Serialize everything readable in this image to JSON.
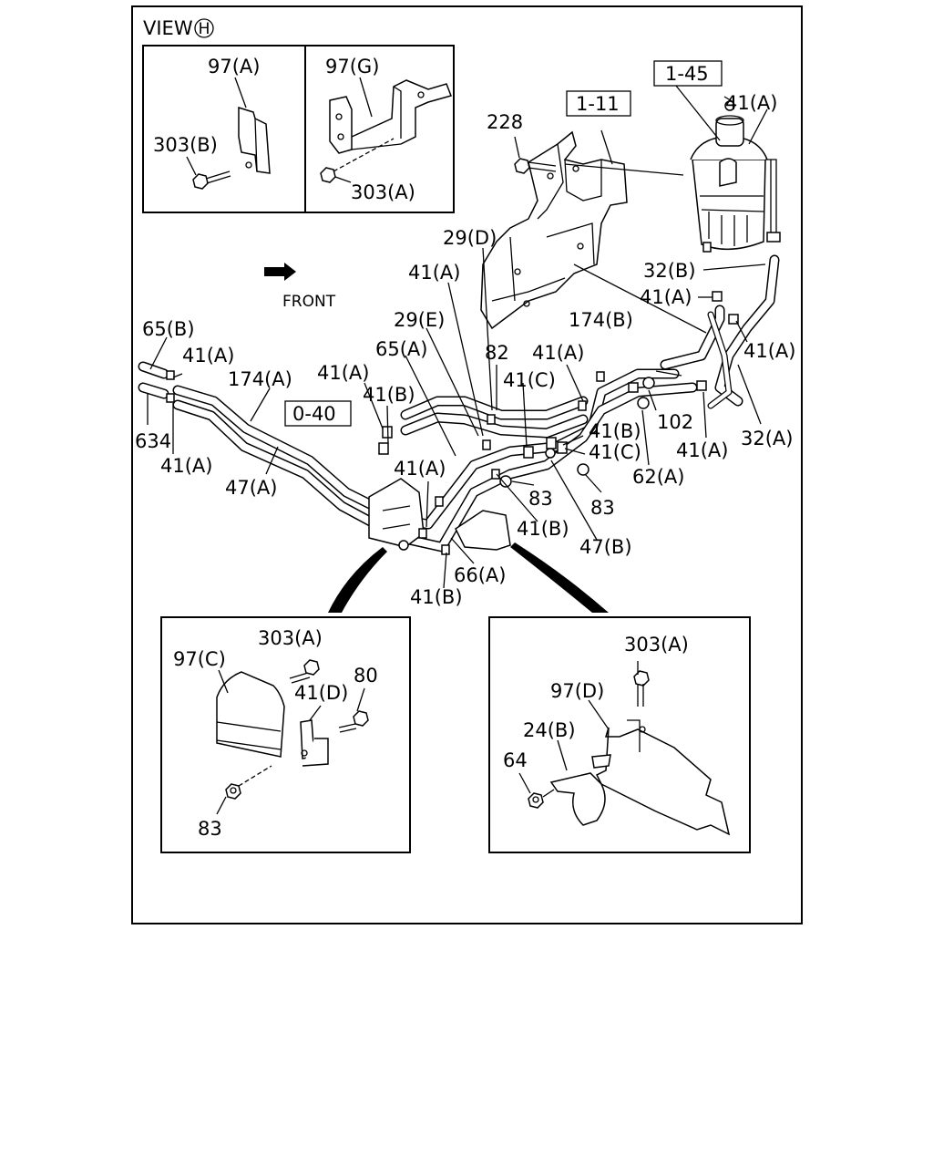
{
  "view_label": "VIEW",
  "view_letter": "H",
  "front_label": "FRONT",
  "refs": {
    "r1": "1-45",
    "r2": "1-11",
    "r3": "0-40"
  },
  "labels": {
    "t_97a": "97(A)",
    "t_303b": "303(B)",
    "t_97g": "97(G)",
    "t_303a_top": "303(A)",
    "t_41a_filter": "41(A)",
    "t_228": "228",
    "t_29d": "29(D)",
    "t_41a_m1": "41(A)",
    "t_32b": "32(B)",
    "t_41a_m2": "41(A)",
    "t_29e": "29(E)",
    "t_174b": "174(B)",
    "t_41a_right": "41(A)",
    "t_65a": "65(A)",
    "t_82": "82",
    "t_41a_m3": "41(A)",
    "t_65b": "65(B)",
    "t_41a_l1": "41(A)",
    "t_174a": "174(A)",
    "t_41a_l2": "41(A)",
    "t_41b_l": "41(B)",
    "t_41c_1": "41(C)",
    "t_102": "102",
    "t_634": "634",
    "t_41b_c": "41(B)",
    "t_41a_r2": "41(A)",
    "t_32a": "32(A)",
    "t_41c_2": "41(C)",
    "t_41a_l3": "41(A)",
    "t_62a": "62(A)",
    "t_47a": "47(A)",
    "t_41a_c2": "41(A)",
    "t_83_1": "83",
    "t_83_2": "83",
    "t_41b_c2": "41(B)",
    "t_47b": "47(B)",
    "t_66a": "66(A)",
    "t_41b_b": "41(B)",
    "t_303a_bl": "303(A)",
    "t_97c": "97(C)",
    "t_80": "80",
    "t_41d": "41(D)",
    "t_83_bl": "83",
    "t_303a_br": "303(A)",
    "t_97d": "97(D)",
    "t_24b": "24(B)",
    "t_64": "64"
  }
}
